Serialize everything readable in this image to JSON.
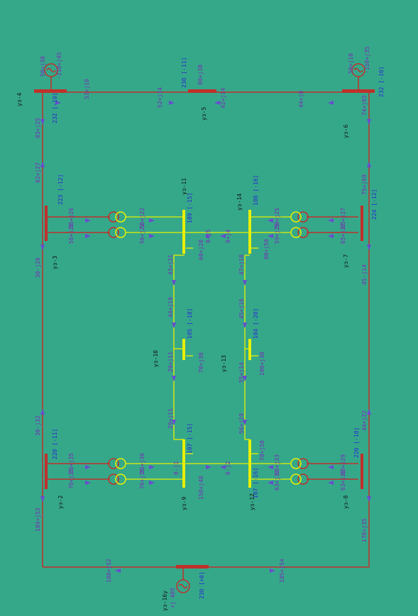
{
  "colors": {
    "background": "#35a88a",
    "hv_line": "#c0302a",
    "lv_line": "#e8f000",
    "text_black": "#111111",
    "text_blue": "#2a2ad0",
    "text_purple": "#7a2ab8",
    "arrow": "#6a4ad0"
  },
  "buses": {
    "b4": {
      "name": "уз-4",
      "voltage": "232 [-10]"
    },
    "b5": {
      "name": "уз-5",
      "voltage": "230 [-11]"
    },
    "b6": {
      "name": "уз-6",
      "voltage": "232 [-10]"
    },
    "b3": {
      "name": "уз-3",
      "voltage": "223 [-12]"
    },
    "b7": {
      "name": "уз-7",
      "voltage": "224 [-12]"
    },
    "b2": {
      "name": "уз-2",
      "voltage": "220 [-11]"
    },
    "b8": {
      "name": "уз-8",
      "voltage": "220 [-10]"
    },
    "b16": {
      "name": "уз-16у",
      "voltage": "230 [+0]"
    },
    "b11": {
      "name": "уз-11",
      "voltage": "109 [-15]"
    },
    "b14": {
      "name": "уз-14",
      "voltage": "108 [-16]"
    },
    "b10": {
      "name": "уз-10",
      "voltage": "105 [-18]"
    },
    "b13": {
      "name": "уз-13",
      "voltage": "104 [-20]"
    },
    "b9": {
      "name": "уз-9",
      "voltage": "107 [-15]"
    },
    "b12": {
      "name": "уз-12",
      "voltage": "107 [-16]"
    }
  },
  "generators": {
    "g4": {
      "p": "50+j30",
      "q": "-210+j45"
    },
    "g6": {
      "p": "50+j10",
      "q": "-150+j35"
    },
    "g16": {
      "p": "+j 405"
    }
  },
  "loads": {
    "l5": "80+j30",
    "l11": "60+j20",
    "l14": "80+j50",
    "l10": "70+j30",
    "l13": "100+j30",
    "l9": "150+j48",
    "l12": "70+j50"
  },
  "flows": {
    "f4_5a": "52+j10",
    "f4_5b": "52+j14",
    "f5_6a": "42+j14",
    "f5_6b": "44+j8",
    "f4_down": "83+j25",
    "f3_up": "82+j27",
    "f6_down": "74+j65",
    "f7_up": "75+j69",
    "f3_down": "30-j26",
    "f2_up": "30-j32",
    "f7_down": "45-j14",
    "f8_up": "44+j22",
    "f2_down": "184+j53",
    "f8_down": "178+j35",
    "f16_left": "188+j52",
    "f16_right": "185+j54",
    "t3a": "56+j26",
    "t3b": "56+j26",
    "t3c": "56+j22",
    "t3d": "56+j22",
    "t7a": "59+j25",
    "t7b": "59+j25",
    "t7c": "65+j27",
    "t7d": "65+j27",
    "t2a": "76+j35",
    "t2b": "76+j35",
    "t2c": "76+j36",
    "t2d": "76+j36",
    "t8a": "63+j33",
    "t8b": "63+j33",
    "t8c": "63+j29",
    "t8d": "63+j29",
    "f11_14": "8+j5",
    "f14_11": "8+j4",
    "f11_10a": "43+j21",
    "f11_10b": "44+j19",
    "f14_13a": "47+j18",
    "f14_13b": "45+j16",
    "f10_9a": "29+j11",
    "f10_9b": "29+j11",
    "f13_12a": "55+j14",
    "f13_12b": "56+j19",
    "f9_12a": "8-j1",
    "f9_12b": "8-j2"
  }
}
